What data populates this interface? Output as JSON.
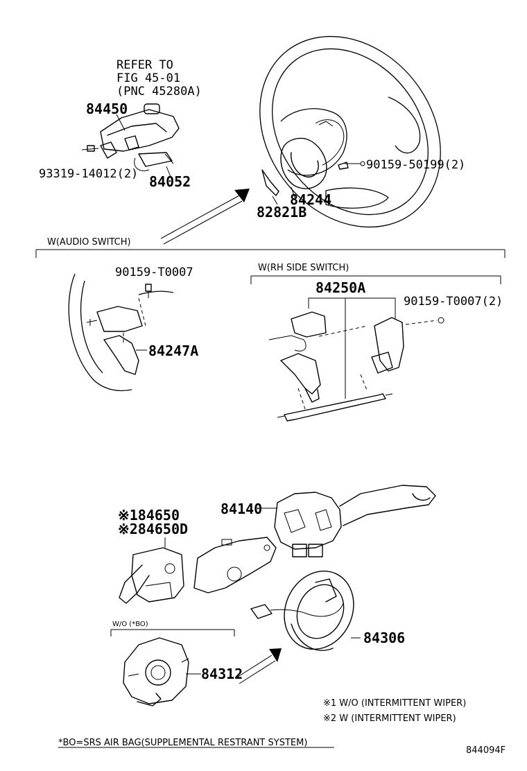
{
  "labels": {
    "refer_line1": "REFER TO",
    "refer_line2": "FIG 45-01",
    "refer_line3": "(PNC 45280A)",
    "p84450": "84450",
    "p93319": "93319-14012(2)",
    "p84052": "84052",
    "p90159_50199": "90159-50199(2)",
    "p84244": "84244",
    "p82821b": "82821B",
    "w_audio": "W(AUDIO SWITCH)",
    "w_rh": "W(RH SIDE SWITCH)",
    "p90159_t0007a": "90159-T0007",
    "p84247a": "84247A",
    "p84250a": "84250A",
    "p90159_t0007b": "90159-T0007(2)",
    "p84140": "84140",
    "p84650": "※184650",
    "p84650d": "※284650D",
    "wo_bo": "W/O (*BO)",
    "p84312": "84312",
    "p84306": "84306",
    "note1": "※1 W/O (INTERMITTENT WIPER)",
    "note2": "※2 W (INTERMITTENT WIPER)",
    "footnote": "*BO=SRS AIR BAG(SUPPLEMENTAL RESTRANT SYSTEM)",
    "drawing_id": "844094F"
  }
}
